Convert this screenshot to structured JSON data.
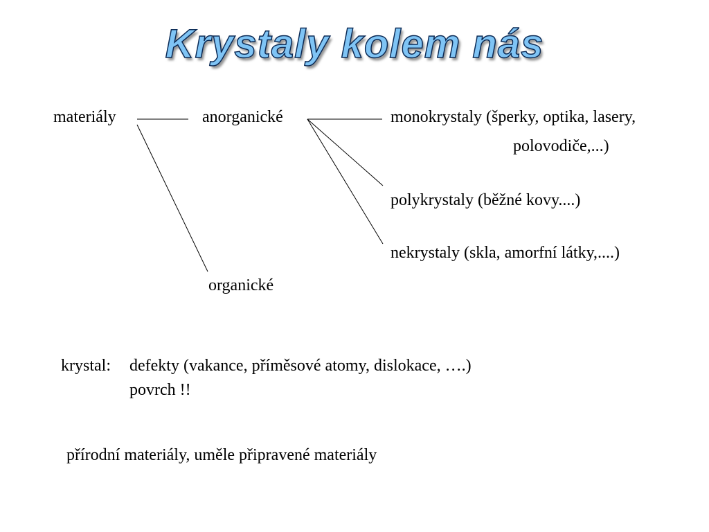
{
  "title": "Krystaly kolem nás",
  "tree": {
    "root": "materiály",
    "anorganic": "anorganické",
    "organic": "organické",
    "mono_line1": "monokrystaly (šperky, optika, lasery,",
    "mono_line2": "polovodiče,...)",
    "poly": "polykrystaly (běžné kovy....)",
    "nekry": "nekrystaly (skla, amorfní látky,....)"
  },
  "notes": {
    "krystal_label": "krystal:",
    "defekty": "defekty (vakance, příměsové atomy, dislokace, ….)",
    "povrch": "povrch !!",
    "prirodni": "přírodní materiály, uměle připravené materiály"
  }
}
